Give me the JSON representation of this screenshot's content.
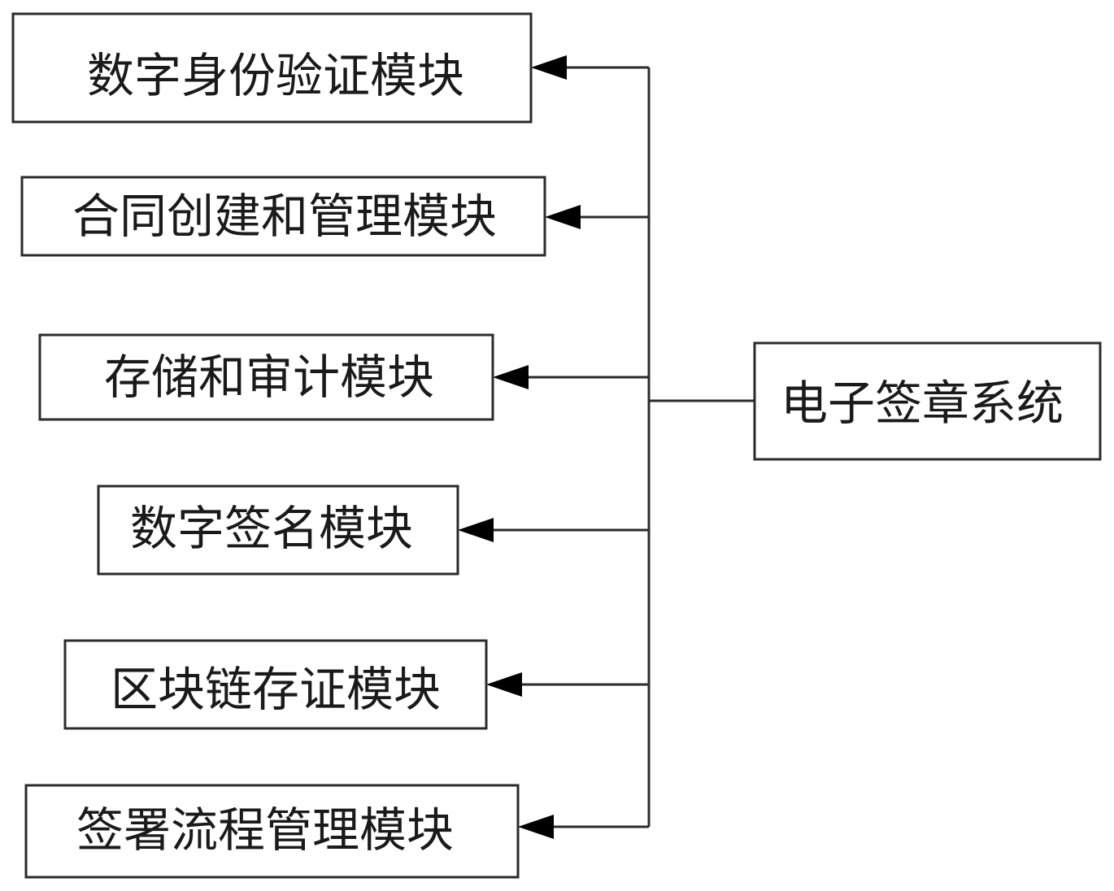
{
  "diagram": {
    "system": "电子签章系统",
    "modules": [
      "数字身份验证模块",
      "合同创建和管理模块",
      "存储和审计模块",
      "数字签名模块",
      "区块链存证模块",
      "签署流程管理模块"
    ]
  }
}
